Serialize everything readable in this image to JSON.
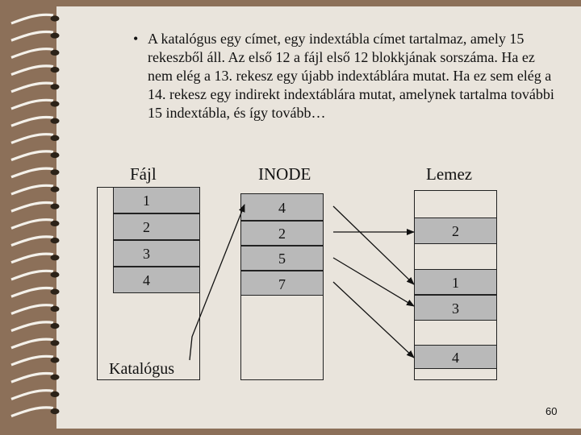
{
  "bullet": {
    "text": "A katalógus egy címet, egy indextábla címet tartalmaz, amely 15 rekeszből áll. Az első 12 a fájl első 12 blokkjának sorszáma. Ha ez nem elég a 13. rekesz egy újabb indextáblára mutat. Ha ez sem elég a 14. rekesz egy indirekt indextáblára mutat, amelynek tartalma további 15 indextábla, és így tovább…"
  },
  "headers": {
    "fajl": "Fájl",
    "inode": "INODE",
    "lemez": "Lemez"
  },
  "fajl_cells": [
    "1",
    "2",
    "3",
    "4"
  ],
  "inode_cells": [
    "4",
    "2",
    "5",
    "7"
  ],
  "lemez_cells": [
    "2",
    "1",
    "3",
    "4"
  ],
  "katalogus_label": "Katalógus",
  "page_number": "60",
  "colors": {
    "background": "#8c7059",
    "paper": "#e9e4dc",
    "cell_fill": "#b9b9b9"
  }
}
